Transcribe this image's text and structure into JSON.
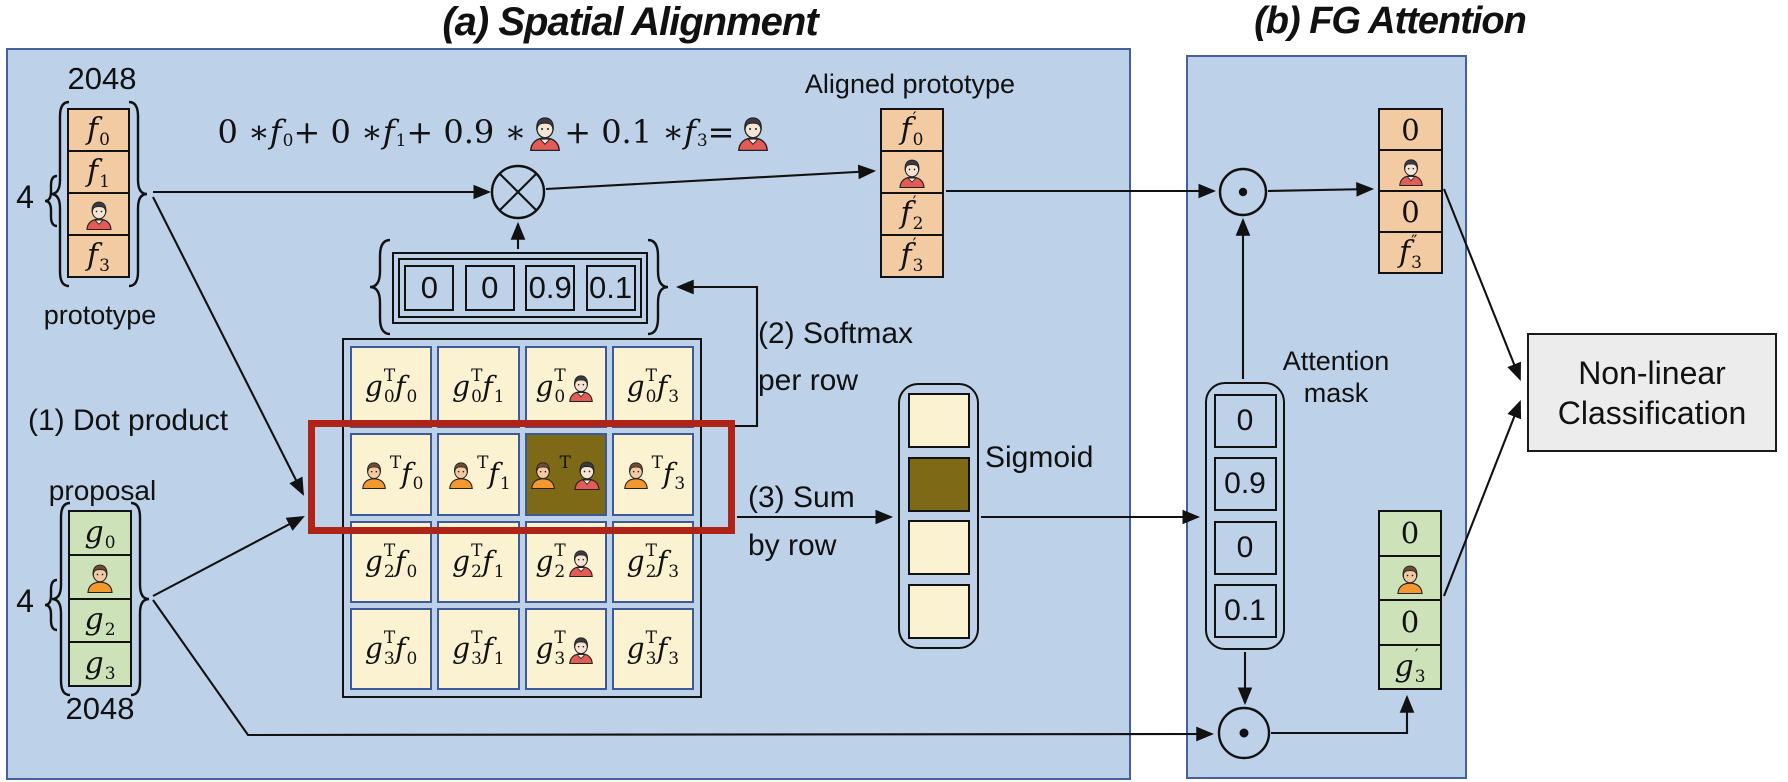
{
  "titles": {
    "panel_a": "(a) Spatial Alignment",
    "panel_b": "(b) FG  Attention"
  },
  "colors": {
    "panel_bg": "#bdd1e8",
    "panel_border": "#44619e",
    "tan": "#f3cba3",
    "green": "#cde2b8",
    "cream": "#fbf2d2",
    "olive": "#7e6a16",
    "red_box": "#b02418",
    "cell_border_blue": "#3c5a98",
    "class_box_bg": "#ececec"
  },
  "icons": {
    "person-red": {
      "hair": "#3a3a42",
      "skin": "#f6e4d4",
      "shirt": "#e25b55"
    },
    "person-orange": {
      "hair": "#6d4c33",
      "skin": "#f3c9a0",
      "shirt": "#f2982f"
    }
  },
  "prototype": {
    "dim_top": "2048",
    "dim_side": "4",
    "label": "prototype",
    "cells": [
      {
        "math": "f",
        "sub": "0"
      },
      {
        "math": "f",
        "sub": "1"
      },
      {
        "icon": "person-red",
        "size": 32
      },
      {
        "math": "f",
        "sub": "3"
      }
    ]
  },
  "proposal": {
    "label": "proposal",
    "dim_side": "4",
    "dim_bottom": "2048",
    "cells": [
      {
        "math": "g",
        "sub": "0"
      },
      {
        "icon": "person-orange",
        "size": 32
      },
      {
        "math": "g",
        "sub": "2"
      },
      {
        "math": "g",
        "sub": "3"
      }
    ]
  },
  "equation": [
    {
      "text": "0 ∗ "
    },
    {
      "math": "f",
      "sub": "0"
    },
    {
      "text": " + 0 ∗ "
    },
    {
      "math": "f",
      "sub": "1"
    },
    {
      "text": " + 0.9 ∗ "
    },
    {
      "icon": "person-red",
      "size": 38
    },
    {
      "text": "+ 0.1 ∗ "
    },
    {
      "math": "f",
      "sub": "3"
    },
    {
      "text": " = "
    },
    {
      "icon": "person-red",
      "size": 38
    }
  ],
  "softmax_vector": [
    "0",
    "0",
    "0.9",
    "0.1"
  ],
  "steps": {
    "one": "(1) Dot product",
    "two_l1": "(2) Softmax",
    "two_l2": "per row",
    "three_l1": "(3) Sum",
    "three_l2": "by row",
    "sigmoid": "Sigmoid"
  },
  "matrix": {
    "rows": [
      [
        {
          "g": {
            "math": "g",
            "sup": "T",
            "sub": "0"
          },
          "f": {
            "math": "f",
            "sub": "0"
          }
        },
        {
          "g": {
            "math": "g",
            "sup": "T",
            "sub": "0"
          },
          "f": {
            "math": "f",
            "sub": "1"
          }
        },
        {
          "g": {
            "math": "g",
            "sup": "T",
            "sub": "0"
          },
          "f": {
            "icon": "person-red",
            "size": 30
          }
        },
        {
          "g": {
            "math": "g",
            "sup": "T",
            "sub": "0"
          },
          "f": {
            "math": "f",
            "sub": "3"
          }
        }
      ],
      [
        {
          "g": {
            "icon": "person-orange",
            "size": 30,
            "sup": "T"
          },
          "f": {
            "math": "f",
            "sub": "0"
          }
        },
        {
          "g": {
            "icon": "person-orange",
            "size": 30,
            "sup": "T"
          },
          "f": {
            "math": "f",
            "sub": "1"
          }
        },
        {
          "g": {
            "icon": "person-orange",
            "size": 30,
            "sup": "T"
          },
          "f": {
            "icon": "person-red",
            "size": 32
          },
          "olive": true
        },
        {
          "g": {
            "icon": "person-orange",
            "size": 30,
            "sup": "T"
          },
          "f": {
            "math": "f",
            "sub": "3"
          }
        }
      ],
      [
        {
          "g": {
            "math": "g",
            "sup": "T",
            "sub": "2"
          },
          "f": {
            "math": "f",
            "sub": "0"
          }
        },
        {
          "g": {
            "math": "g",
            "sup": "T",
            "sub": "2"
          },
          "f": {
            "math": "f",
            "sub": "1"
          }
        },
        {
          "g": {
            "math": "g",
            "sup": "T",
            "sub": "2"
          },
          "f": {
            "icon": "person-red",
            "size": 30
          }
        },
        {
          "g": {
            "math": "g",
            "sup": "T",
            "sub": "2"
          },
          "f": {
            "math": "f",
            "sub": "3"
          }
        }
      ],
      [
        {
          "g": {
            "math": "g",
            "sup": "T",
            "sub": "3"
          },
          "f": {
            "math": "f",
            "sub": "0"
          }
        },
        {
          "g": {
            "math": "g",
            "sup": "T",
            "sub": "3"
          },
          "f": {
            "math": "f",
            "sub": "1"
          }
        },
        {
          "g": {
            "math": "g",
            "sup": "T",
            "sub": "3"
          },
          "f": {
            "icon": "person-red",
            "size": 30
          }
        },
        {
          "g": {
            "math": "g",
            "sup": "T",
            "sub": "3"
          },
          "f": {
            "math": "f",
            "sub": "3"
          }
        }
      ]
    ]
  },
  "sum_column": {
    "cells": [
      "cream",
      "olive",
      "cream",
      "cream"
    ]
  },
  "aligned_prototype": {
    "label": "Aligned prototype",
    "cells": [
      {
        "math": "f",
        "sup": "′",
        "sub": "0"
      },
      {
        "icon": "person-red",
        "size": 32
      },
      {
        "math": "f",
        "sup": "′",
        "sub": "2"
      },
      {
        "math": "f",
        "sup": "′",
        "sub": "3"
      }
    ]
  },
  "attention": {
    "label_l1": "Attention",
    "label_l2": "mask",
    "mask": [
      "0",
      "0.9",
      "0",
      "0.1"
    ],
    "masked_prototype": [
      {
        "text": "0"
      },
      {
        "icon": "person-red",
        "size": 30
      },
      {
        "text": "0"
      },
      {
        "math": "f",
        "sup": "″",
        "sub": "3"
      }
    ],
    "masked_proposal": [
      {
        "text": "0"
      },
      {
        "icon": "person-orange",
        "size": 32
      },
      {
        "text": "0"
      },
      {
        "math": "g",
        "sup": "′",
        "sub": "3"
      }
    ]
  },
  "operators": {
    "weighted_sum_symbol": "⊗",
    "elementwise_product_symbol": "⊙"
  },
  "classifier": {
    "line1": "Non-linear",
    "line2": "Classification"
  }
}
